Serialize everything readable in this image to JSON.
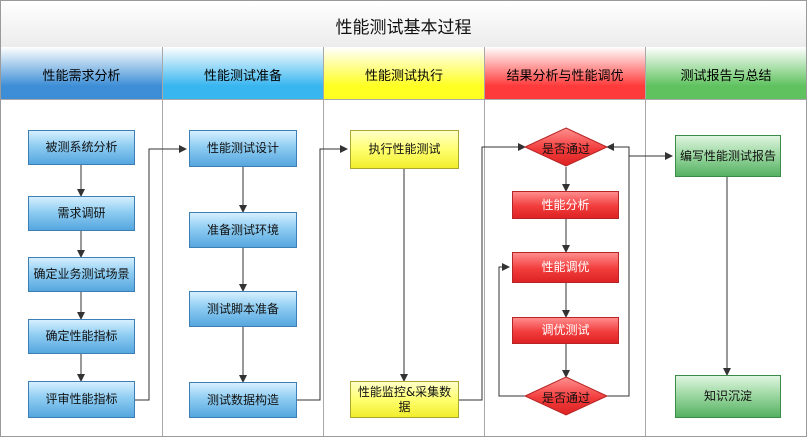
{
  "title": "性能测试基本过程",
  "lanes": [
    {
      "label": "性能需求分析",
      "color": "#3d8ed6"
    },
    {
      "label": "性能测试准备",
      "color": "#38b6f0"
    },
    {
      "label": "性能测试执行",
      "color": "#ffff22"
    },
    {
      "label": "结果分析与性能调优",
      "color": "#ff3a3a"
    },
    {
      "label": "测试报告与总结",
      "color": "#5fc25f"
    }
  ],
  "nodes": {
    "system_analysis": "被测系统分析",
    "requirement_research": "需求调研",
    "business_scenario": "确定业务测试场景",
    "performance_metrics": "确定性能指标",
    "review_metrics": "评审性能指标",
    "test_design": "性能测试设计",
    "test_environment": "准备测试环境",
    "test_scripts": "测试脚本准备",
    "test_data": "测试数据构造",
    "execute_test": "执行性能测试",
    "monitor_collect": "性能监控&采集数据",
    "pass_check_1": "是否通过",
    "performance_analysis": "性能分析",
    "performance_tuning": "性能调优",
    "tuning_test": "调优测试",
    "pass_check_2": "是否通过",
    "write_report": "编写性能测试报告",
    "knowledge_deposit": "知识沉淀"
  }
}
